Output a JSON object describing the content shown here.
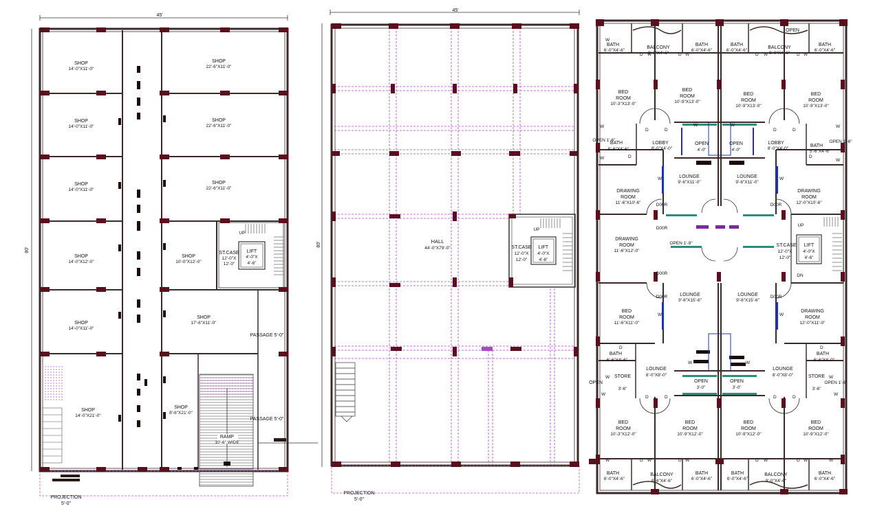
{
  "plan1": {
    "width_dim": "45'",
    "height_dim": "80'",
    "shops": [
      {
        "name": "SHOP",
        "size": "14'-0\"X11'-0\""
      },
      {
        "name": "SHOP",
        "size": "22'-6\"X11'-0\""
      },
      {
        "name": "SHOP",
        "size": "14'-0\"X11'-0\""
      },
      {
        "name": "SHOP",
        "size": "22'-6\"X11'-0\""
      },
      {
        "name": "SHOP",
        "size": "14'-0\"X11'-0\""
      },
      {
        "name": "SHOP",
        "size": "22'-6\"X11'-0\""
      },
      {
        "name": "SHOP",
        "size": "14'-0\"X12'-0\""
      },
      {
        "name": "SHOP",
        "size": "10'-0\"X12'-0\""
      },
      {
        "name": "SHOP",
        "size": "14'-0\"X11'-0\""
      },
      {
        "name": "SHOP",
        "size": "17'-6\"X11'-0\""
      },
      {
        "name": "SHOP",
        "size": "14'-0\"X21'-0\""
      },
      {
        "name": "SHOP",
        "size": "8'-6\"X21'-0\""
      }
    ],
    "stair_label": "ST.CASE",
    "stair_size1": "12'-0\"X",
    "stair_size2": "12'-0\"",
    "up_label": "UP",
    "lift_label": "LIFT",
    "lift_size1": "4'-0\"X",
    "lift_size2": "4'-6\"",
    "passage1": "PASSAGE  5'-0\"",
    "passage2": "PASSAGE  5'-0\"",
    "ramp_label": "RAMP",
    "ramp_size": "10'-6\" WIDE",
    "projection": "PROJECTION",
    "projection_size": "5'-0\""
  },
  "plan2": {
    "width_dim": "45'",
    "height_dim": "80'",
    "hall_label": "HALL",
    "hall_size": "44'-0\"X79'-0\"",
    "stair_label": "ST.CASE",
    "stair_size1": "12'-0\"X",
    "stair_size2": "12'-0\"",
    "up_label": "UP",
    "lift_label": "LIFT",
    "lift_size1": "4'-0\"X",
    "lift_size2": "4'-6\"",
    "projection": "PROJECTION",
    "projection_size": "5'-0\""
  },
  "plan3": {
    "open_top": "OPEN",
    "top_row": [
      {
        "name": "BATH",
        "size": "6'-0\"X4'-6\""
      },
      {
        "name": "BALCONY",
        "size": "9'-0\"X4'-6\""
      },
      {
        "name": "BATH",
        "size": "6'-0\"X4'-6\""
      },
      {
        "name": "BATH",
        "size": "6'-0\"X4'-6\""
      },
      {
        "name": "BALCONY",
        "size": "9'-0\"X4'-6\""
      },
      {
        "name": "BATH",
        "size": "6'-0\"X4'-6\""
      }
    ],
    "bedrooms_top": [
      {
        "l1": "BED",
        "l2": "ROOM",
        "size": "10'-3\"X13'-0\""
      },
      {
        "l1": "BED",
        "l2": "ROOM",
        "size": "10'-9\"X13'-0\""
      },
      {
        "l1": "BED",
        "l2": "ROOM",
        "size": "10'-9\"X13'-0\""
      },
      {
        "l1": "BED",
        "l2": "ROOM",
        "size": "10'-9\"X13'-0\""
      }
    ],
    "open_side_left": "OPEN  1'-6\"",
    "open_side_right": "OPEN  1'-6\"",
    "bath_mid_left": {
      "name": "BATH",
      "size": "5'-6\"X4'-6\""
    },
    "bath_mid_right": {
      "name": "BATH",
      "size": "5'-6\"X4'-6\""
    },
    "lobby_left": {
      "name": "LOBBY",
      "size": "8'-0\"X4'-0\""
    },
    "lobby_right": {
      "name": "LOBBY",
      "size": "8'-0\"X4'-0\""
    },
    "open_center_left": {
      "name": "OPEN",
      "size": "4'-0\""
    },
    "open_center_right": {
      "name": "OPEN",
      "size": "4'-0\""
    },
    "lounge_top_left": {
      "name": "LOUNGE",
      "size": "9'-6\"X11'-0\""
    },
    "lounge_top_right": {
      "name": "LOUNGE",
      "size": "9'-6\"X11'-0\""
    },
    "drawing_left_top": {
      "l1": "DRAWING",
      "l2": "ROOM",
      "size": "11'-6\"X10'-6\""
    },
    "drawing_right_top": {
      "l1": "DRAWING",
      "l2": "ROOM",
      "size": "12'-0\"X10'-6\""
    },
    "door_label": "D00R",
    "drawing_left_mid": {
      "l1": "DRAWING",
      "l2": "ROOM",
      "size": "11'-6\"X12'-0\""
    },
    "open_mid": "OPEN  1'-9\"",
    "stair_label": "ST.CASE",
    "stair_size1": "12'-0\"X",
    "stair_size2": "12'-0\"",
    "up_label": "UP",
    "dn_label": "DN",
    "lift_label": "LIFT",
    "lift_size1": "4'-0\"X",
    "lift_size2": "4'-6\"",
    "lounge_mid_left": {
      "name": "LOUNGE",
      "size": "9'-6\"X15'-6\""
    },
    "lounge_mid_right": {
      "name": "LOUNGE",
      "size": "9'-6\"X15'-6\""
    },
    "bed_left_mid": {
      "l1": "BED",
      "l2": "ROOM",
      "size": "11'-6\"X11'-0\""
    },
    "drawing_right_bot": {
      "l1": "DRAWING",
      "l2": "ROOM",
      "size": "12'-0\"X11'-0\""
    },
    "bath_low_left": {
      "name": "BATH",
      "size": "6'-6\"X4'-6\""
    },
    "bath_low_right": {
      "name": "BATH",
      "size": "6'-6\"X4'-0\""
    },
    "lounge_low_left": {
      "name": "LOUNGE",
      "size": "8'-0\"X8'-0\""
    },
    "lounge_low_right": {
      "name": "LOUNGE",
      "size": "8'-0\"X8'-0\""
    },
    "store_left": {
      "name": "STORE",
      "size": "3'-6\""
    },
    "store_right": {
      "name": "STORE",
      "size": "3'-6\""
    },
    "open_low_left": "OPEN",
    "open_low_right": "OPEN  1'-6\"",
    "open_low_center_left": {
      "name": "OPEN",
      "size": "3'-0\""
    },
    "open_low_center_right": {
      "name": "OPEN",
      "size": "3'-0\""
    },
    "bedrooms_bottom": [
      {
        "l1": "BED",
        "l2": "ROOM",
        "size": "10'-3\"X12'-0\""
      },
      {
        "l1": "BED",
        "l2": "ROOM",
        "size": "10'-9\"X12'-0\""
      },
      {
        "l1": "BED",
        "l2": "ROOM",
        "size": "10'-9\"X12'-0\""
      },
      {
        "l1": "BED",
        "l2": "ROOM",
        "size": "10'-9\"X12'-0\""
      }
    ],
    "bottom_row": [
      {
        "name": "BATH",
        "size": "6'-0\"X4'-6\""
      },
      {
        "name": "BALCONY",
        "size": "8'-6\"X4'-6\""
      },
      {
        "name": "BATH",
        "size": "6'-0\"X4'-6\""
      },
      {
        "name": "BATH",
        "size": "6'-0\"X4'-6\""
      },
      {
        "name": "BALCONY",
        "size": "9'-0\"X4'-6\""
      },
      {
        "name": "BATH",
        "size": "6'-0\"X4'-6\""
      }
    ],
    "door_d": "D",
    "window_w": "W"
  },
  "colors": {
    "wall": "#3a2a2a",
    "column": "#5a0f1e",
    "grid": "#a64bbf",
    "window": "#2e8b7a",
    "door_blue": "#2233aa",
    "accent": "#7a2a9a"
  }
}
